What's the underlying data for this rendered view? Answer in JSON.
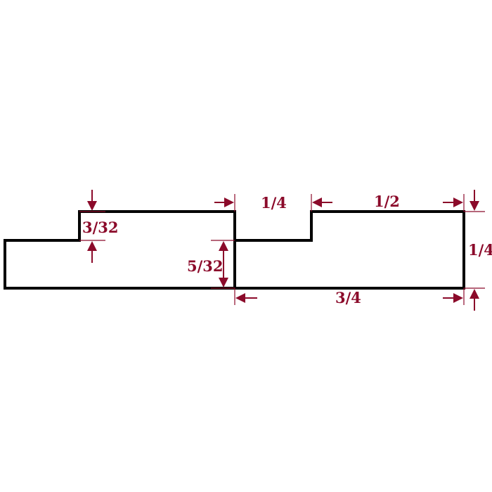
{
  "dimensions": {
    "left_step_height": "3/32",
    "left_thickness": "5/32",
    "right_notch_width": "1/4",
    "right_top_width": "1/2",
    "right_height": "1/4",
    "right_bottom_width": "3/4"
  },
  "colors": {
    "outline": "#000000",
    "dimension": "#8b0a2a",
    "background": "#ffffff"
  }
}
